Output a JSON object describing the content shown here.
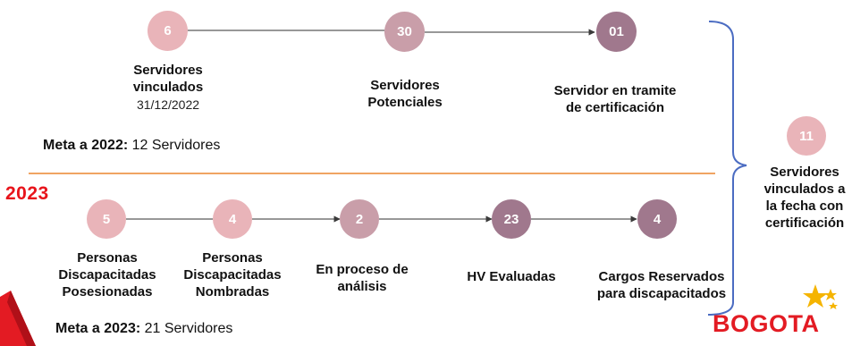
{
  "colors": {
    "pale_pink": "#e9b4b9",
    "rose": "#c99ea9",
    "mauve": "#a0788d",
    "connector": "#5a5a5a",
    "divider": "#f0a462",
    "bracket": "#4b6cc2",
    "year_red": "#e8141b",
    "logo_red": "#e31b23",
    "star_gold": "#f5b400"
  },
  "row_2022": {
    "nodes": [
      {
        "value": "6",
        "label_lines": [
          "Servidores",
          "vinculados"
        ],
        "sub": "31/12/2022"
      },
      {
        "value": "30",
        "label_lines": [
          "Servidores",
          "Potenciales"
        ]
      },
      {
        "value": "01",
        "label_lines": [
          "Servidor en tramite",
          "de certificación"
        ]
      }
    ],
    "meta": {
      "bold": "Meta a 2022:",
      "rest": " 12 Servidores"
    }
  },
  "row_2023": {
    "year": "2023",
    "nodes": [
      {
        "value": "5",
        "label_lines": [
          "Personas",
          "Discapacitadas",
          "Posesionadas"
        ]
      },
      {
        "value": "4",
        "label_lines": [
          "Personas",
          "Discapacitadas",
          "Nombradas"
        ]
      },
      {
        "value": "2",
        "label_lines": [
          "En proceso de",
          "análisis"
        ]
      },
      {
        "value": "23",
        "label_lines": [
          "HV Evaluadas"
        ]
      },
      {
        "value": "4",
        "label_lines": [
          "Cargos Reservados",
          "para discapacitados"
        ]
      }
    ],
    "meta": {
      "bold": "Meta a 2023:",
      "rest": " 21 Servidores"
    }
  },
  "summary": {
    "value": "11",
    "label_lines": [
      "Servidores",
      "vinculados a",
      "la fecha con",
      "certificación"
    ]
  },
  "logo": {
    "text": "BOGOTA"
  }
}
